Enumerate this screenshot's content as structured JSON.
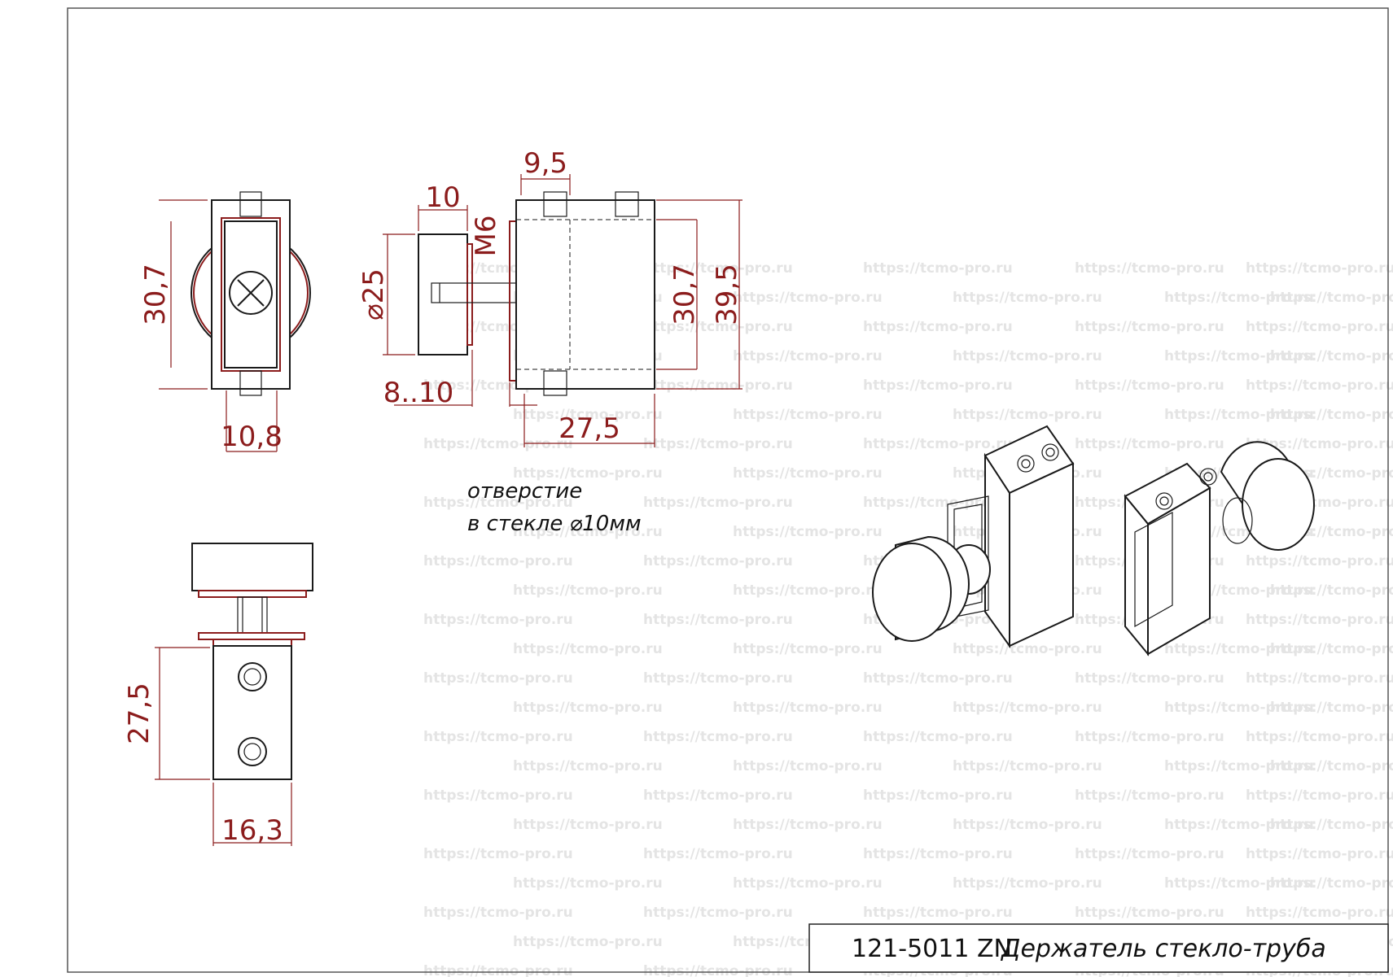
{
  "part_number": "121-5011 ZN",
  "part_name": "Держатель стекло-труба",
  "watermark": "https://tcmo-pro.ru",
  "note": {
    "line1": "отверстие",
    "line2": "в стекле ⌀10мм"
  },
  "dimensions": {
    "front_height": "30,7",
    "front_width": "10,8",
    "disc_diameter": "⌀25",
    "disc_thickness": "10",
    "thread": "M6",
    "glass_range": "8..10",
    "block_offset": "9,5",
    "block_inner_height": "30,7",
    "block_height": "39,5",
    "block_length": "27,5",
    "top_length": "27,5",
    "top_width": "16,3"
  },
  "colors": {
    "dimension": "#8b1c1c",
    "outline": "#1a1a1a",
    "watermark": "#e4e4e4"
  }
}
